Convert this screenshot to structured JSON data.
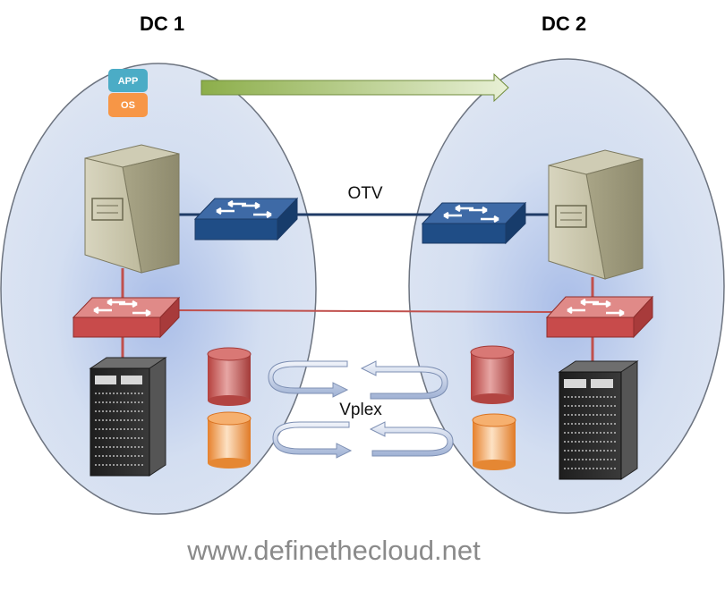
{
  "datacenters": {
    "left": {
      "title": "DC 1"
    },
    "right": {
      "title": "DC 2"
    }
  },
  "app_badge": {
    "app_label": "APP",
    "os_label": "OS"
  },
  "links": {
    "otv_label": "OTV",
    "vplex_label": "Vplex"
  },
  "footer": {
    "url": "www.definethecloud.net"
  },
  "colors": {
    "ellipse_fill": "#c9d7ee",
    "ellipse_glow": "#9fb3e3",
    "blue_switch": "#1f4d86",
    "red_switch": "#c84b4b",
    "red_link": "#c0504d",
    "blue_link": "#1f3b66",
    "migration_arrow": "#9bbb59",
    "disk_red": "#c0504d",
    "disk_orange": "#f79646",
    "app_badge": "#4bacc6",
    "os_badge": "#f79646"
  },
  "icons": [
    "app-os-badge",
    "server-tower-icon",
    "blue-switch-icon",
    "red-switch-icon",
    "rack-server-icon",
    "red-disk-icon",
    "orange-disk-icon",
    "sync-arrows-icon",
    "migration-arrow-icon"
  ]
}
